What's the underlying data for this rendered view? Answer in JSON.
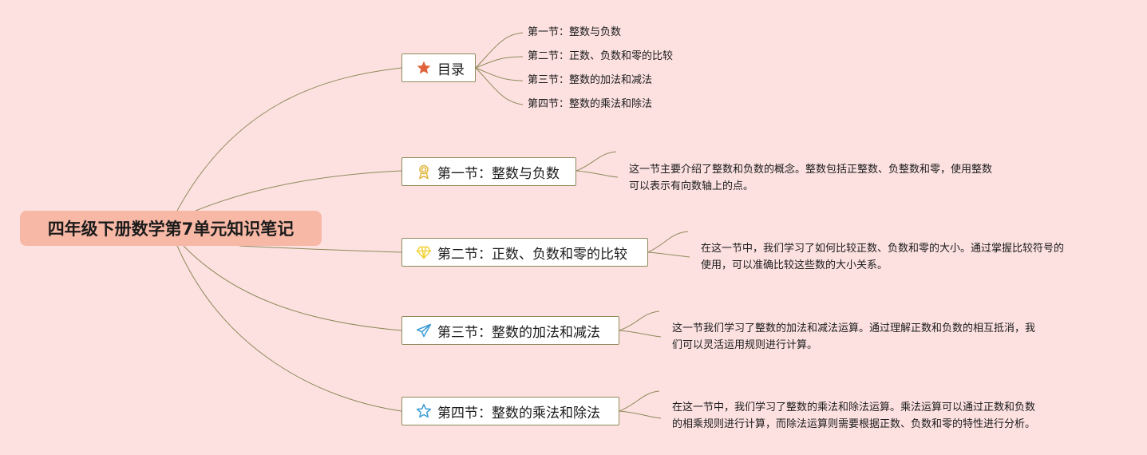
{
  "root": {
    "title": "四年级下册数学第7单元知识笔记"
  },
  "toc": {
    "label": "目录",
    "items": [
      "第一节：整数与负数",
      "第二节：正数、负数和零的比较",
      "第三节：整数的加法和减法",
      "第四节：整数的乘法和除法"
    ]
  },
  "sections": [
    {
      "label": "第一节：整数与负数",
      "icon": "medal-icon",
      "desc_lines": [
        "这一节主要介绍了整数和负数的概念。整数包括正整数、负整数和零，使用整数",
        "可以表示有向数轴上的点。"
      ]
    },
    {
      "label": "第二节：正数、负数和零的比较",
      "icon": "diamond-icon",
      "desc_lines": [
        "在这一节中，我们学习了如何比较正数、负数和零的大小。通过掌握比较符号的",
        "使用，可以准确比较这些数的大小关系。"
      ]
    },
    {
      "label": "第三节：整数的加法和减法",
      "icon": "paper-plane-icon",
      "desc_lines": [
        "这一节我们学习了整数的加法和减法运算。通过理解正数和负数的相互抵消，我",
        "们可以灵活运用规则进行计算。"
      ]
    },
    {
      "label": "第四节：整数的乘法和除法",
      "icon": "star-outline-icon",
      "desc_lines": [
        "在这一节中，我们学习了整数的乘法和除法运算。乘法运算可以通过正数和负数",
        "的相乘规则进行计算，而除法运算则需要根据正数、负数和零的特性进行分析。"
      ]
    }
  ],
  "colors": {
    "background": "#fde1e1",
    "root_fill": "#f7b8a6",
    "connector": "#8f8a5a",
    "toc_star": "#e0623a",
    "medal": "#e0b43a",
    "diamond": "#f2d23a",
    "plane": "#3a9bd5",
    "star_outline": "#3a9bd5"
  }
}
